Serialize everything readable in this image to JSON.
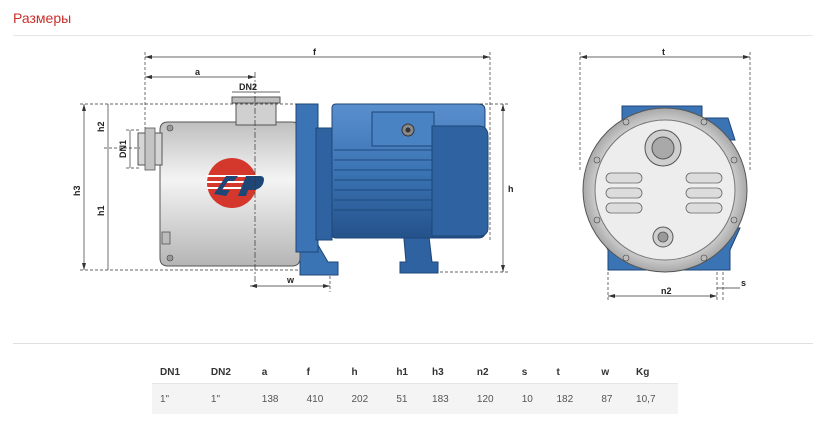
{
  "section_title": "Размеры",
  "drawing_labels": {
    "f": "f",
    "a": "a",
    "dn2": "DN2",
    "h2": "h2",
    "dn1": "DN1",
    "h3": "h3",
    "h1": "h1",
    "h": "h",
    "w": "w",
    "t": "t",
    "n2": "n2",
    "s": "s"
  },
  "table": {
    "headers": [
      "DN1",
      "DN2",
      "a",
      "f",
      "h",
      "h1",
      "h3",
      "n2",
      "s",
      "t",
      "w",
      "Kg"
    ],
    "rows": [
      [
        "1\"",
        "1\"",
        "138",
        "410",
        "202",
        "51",
        "183",
        "120",
        "10",
        "182",
        "87",
        "10,7"
      ]
    ]
  },
  "colors": {
    "title": "#c9302c",
    "motor": "#3b74b4",
    "pump_body": "#e8e8e8",
    "logo_red": "#d4382c"
  }
}
